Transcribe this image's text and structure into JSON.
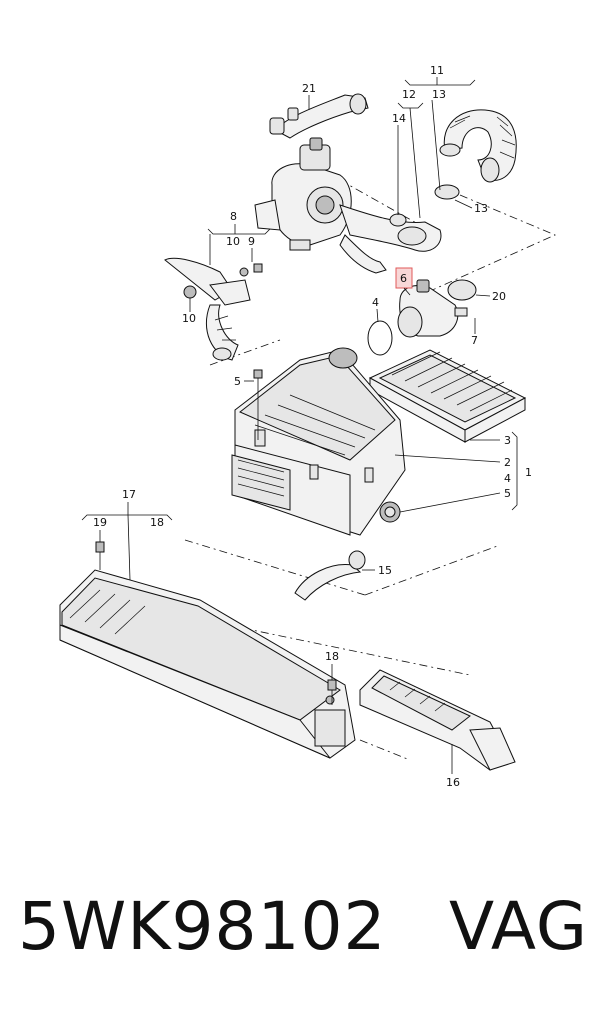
{
  "diagram": {
    "callouts": {
      "c1": "1",
      "c2": "2",
      "c3": "3",
      "c4": "4",
      "c4b": "4",
      "c5": "5",
      "c5b": "5",
      "c6": "6",
      "c7": "7",
      "c8": "8",
      "c9": "9",
      "c10a": "10",
      "c10b": "10",
      "c11": "11",
      "c12": "12",
      "c13a": "13",
      "c13b": "13",
      "c14": "14",
      "c15": "15",
      "c16": "16",
      "c17": "17",
      "c18a": "18",
      "c18b": "18",
      "c19": "19",
      "c20": "20",
      "c21": "21"
    },
    "highlight_color": "#e05a5a"
  },
  "caption": {
    "part_number": "5WK98102",
    "brand": "VAG"
  }
}
